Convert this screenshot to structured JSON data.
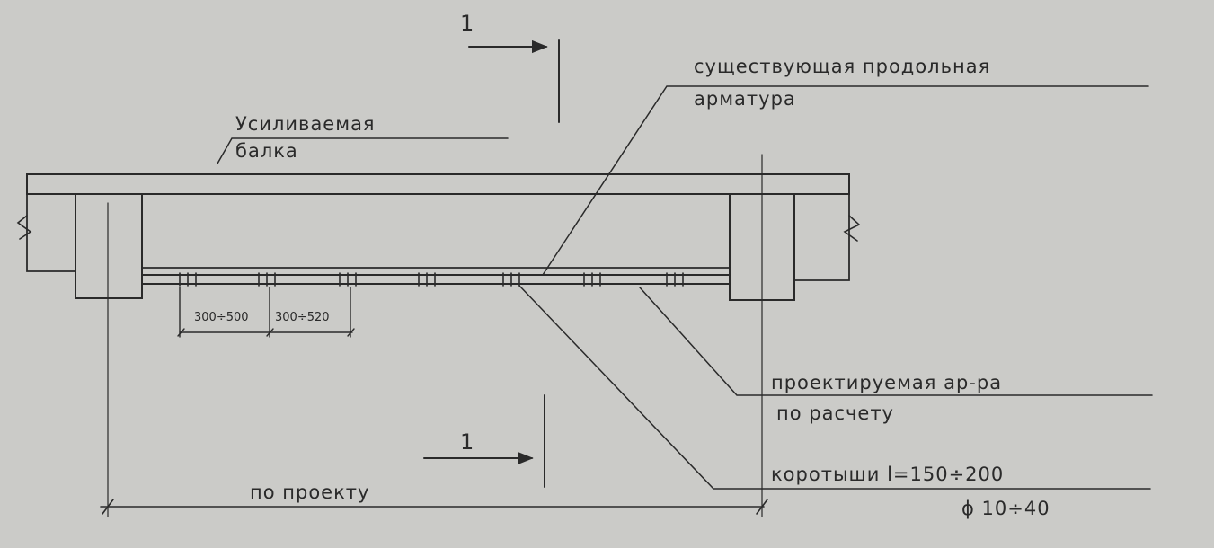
{
  "labels": {
    "section_mark": "1",
    "existing_rebar_line1": "существующая продольная",
    "existing_rebar_line2": "арматура",
    "beam_line1": "Усиливаемая",
    "beam_line2": "балка",
    "dim_a": "300÷500",
    "dim_b": "300÷520",
    "designed_rebar_line1": "проектируемая ар-ра",
    "designed_rebar_line2": "по расчету",
    "stubs_line1": "коротыши l=150÷200",
    "stubs_line2": "ϕ 10÷40",
    "span": "по проекту"
  }
}
